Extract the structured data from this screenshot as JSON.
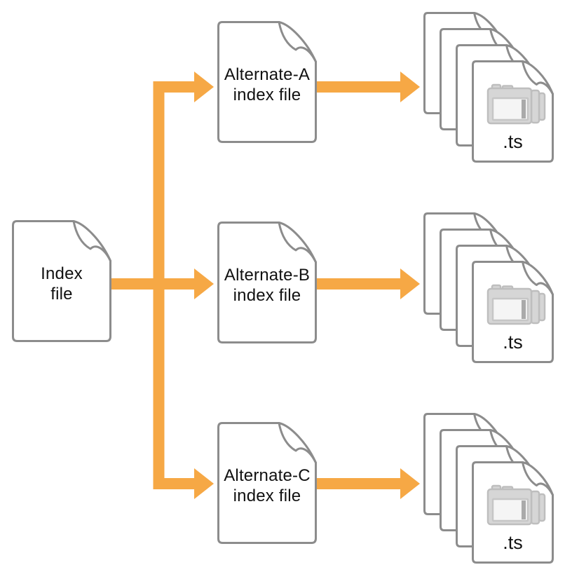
{
  "colors": {
    "arrow": "#F6A845",
    "document_border": "#8C8C8C",
    "document_fill": "#FFFFFF",
    "label_text": "#111111",
    "camera_body": "#D6D6D6",
    "camera_outline": "#BEBEBE",
    "camera_screen": "#F5F5F5",
    "camera_screen_frame": "#C6C6C6",
    "camera_screen_strip": "#AAAAAA"
  },
  "index_file": {
    "label_lines": [
      "Index",
      "file"
    ]
  },
  "alternates": [
    {
      "label_lines": [
        "Alternate-A",
        "index file"
      ]
    },
    {
      "label_lines": [
        "Alternate-B",
        "index file"
      ]
    },
    {
      "label_lines": [
        "Alternate-C",
        "index file"
      ]
    }
  ],
  "segment_stacks": [
    {
      "extension_label": ".ts",
      "file_count": 4,
      "icon": "video-camera-icon"
    },
    {
      "extension_label": ".ts",
      "file_count": 4,
      "icon": "video-camera-icon"
    },
    {
      "extension_label": ".ts",
      "file_count": 4,
      "icon": "video-camera-icon"
    }
  ],
  "connections": [
    {
      "from": "index_file",
      "to": "alternate_a"
    },
    {
      "from": "index_file",
      "to": "alternate_b"
    },
    {
      "from": "index_file",
      "to": "alternate_c"
    },
    {
      "from": "alternate_a",
      "to": "segment_stack_a"
    },
    {
      "from": "alternate_b",
      "to": "segment_stack_b"
    },
    {
      "from": "alternate_c",
      "to": "segment_stack_c"
    }
  ]
}
